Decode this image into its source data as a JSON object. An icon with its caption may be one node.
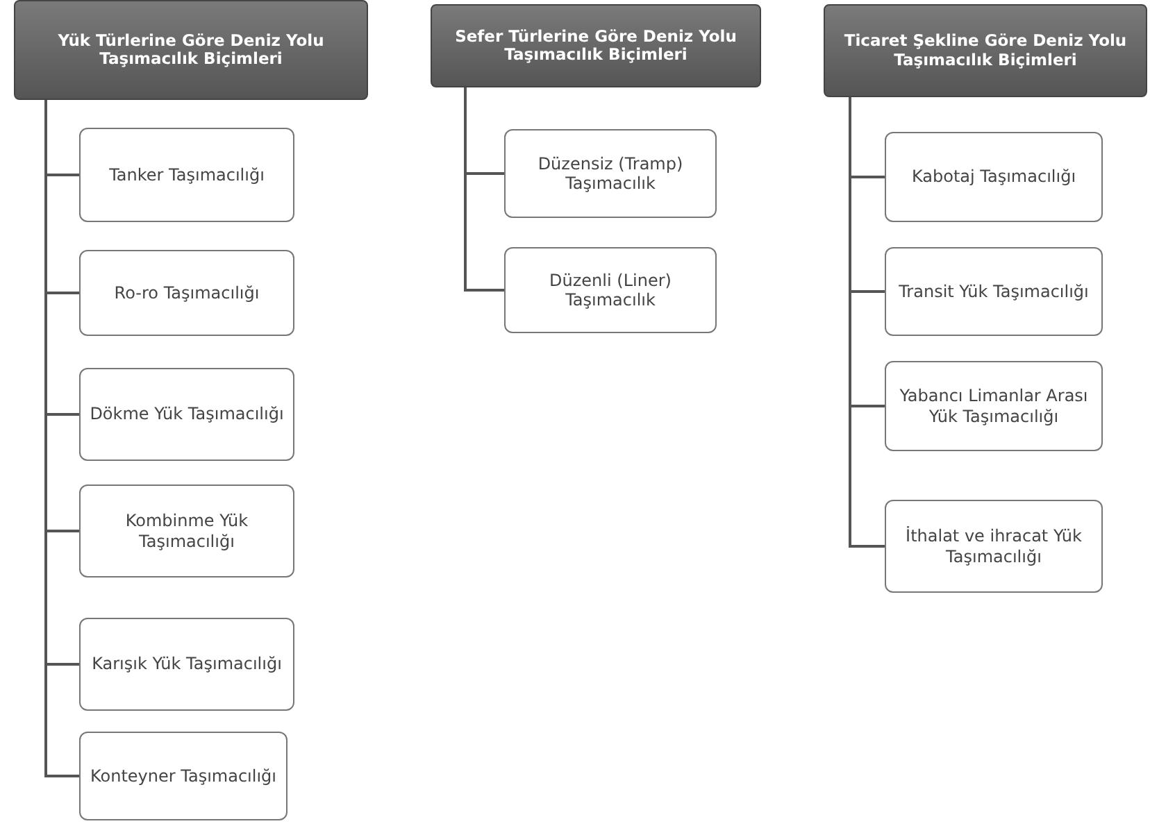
{
  "diagram": {
    "nodes": [
      {
        "text": [
          "Yük Türlerine Göre Deniz Yolu Taşımacılık Biçimleri"
        ]
      },
      {
        "text": [
          "Tanker Taşımacılığı"
        ]
      },
      {
        "text": [
          "Ro-ro Taşımacılığı"
        ]
      },
      {
        "text": [
          "Dökme Yük Taşımacılığı"
        ]
      },
      {
        "text": [
          "Kombinme Yük Taşımacılığı"
        ]
      },
      {
        "text": [
          "Karışık Yük Taşımacılığı"
        ]
      },
      {
        "text": [
          "Konteyner Taşımacılığı"
        ]
      },
      {
        "text": [
          "Sefer Türlerine Göre Deniz Yolu Taşımacılık Biçimleri"
        ]
      },
      {
        "text": [
          "Düzensiz (Tramp) Taşımacılık"
        ]
      },
      {
        "text": [
          "Düzenli (Liner) Taşımacılık"
        ]
      },
      {
        "text": [
          "Ticaret Şekline Göre Deniz Yolu Taşımacılık Biçimleri"
        ]
      },
      {
        "text": [
          "Kabotaj Taşımacılığı"
        ]
      },
      {
        "text": [
          "Transit Yük Taşımacılığı"
        ]
      },
      {
        "text": [
          "Yabancı Limanlar Arası Yük Taşımacılığı"
        ]
      },
      {
        "text": [
          "İthalat ve ihracat Yük Taşımacılığı"
        ]
      }
    ],
    "edges": [
      {
        "from": 0,
        "to": 1,
        "arrow": "none"
      },
      {
        "from": 0,
        "to": 2,
        "arrow": "none"
      },
      {
        "from": 0,
        "to": 3,
        "arrow": "none"
      },
      {
        "from": 0,
        "to": 4,
        "arrow": "none"
      },
      {
        "from": 0,
        "to": 5,
        "arrow": "none"
      },
      {
        "from": 0,
        "to": 6,
        "arrow": "none"
      },
      {
        "from": 7,
        "to": 8,
        "arrow": "none"
      },
      {
        "from": 7,
        "to": 9,
        "arrow": "none"
      },
      {
        "from": 10,
        "to": 11,
        "arrow": "none"
      },
      {
        "from": 10,
        "to": 12,
        "arrow": "none"
      },
      {
        "from": 10,
        "to": 13,
        "arrow": "none"
      },
      {
        "from": 10,
        "to": 14,
        "arrow": "none"
      }
    ]
  }
}
